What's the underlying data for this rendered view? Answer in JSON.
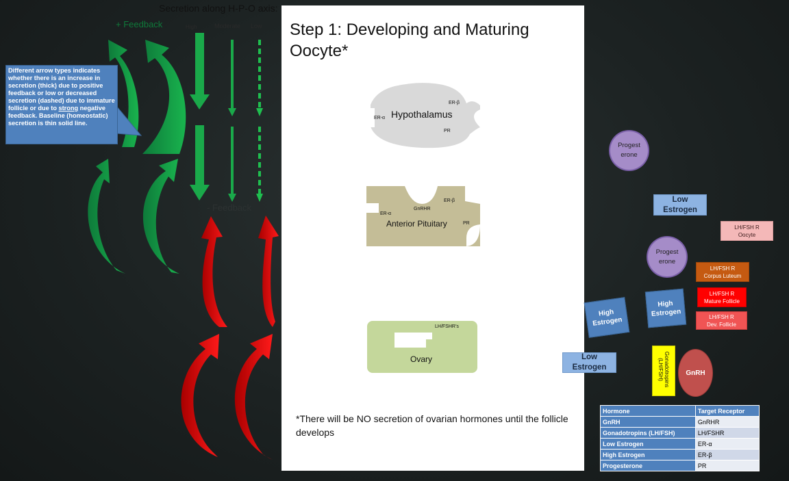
{
  "secretion_title": "Secretion along H-P-O axis:",
  "positive_feedback": "+ Feedback",
  "negative_feedback": "- Feedback",
  "levels": {
    "high": "High",
    "moderate": "Moderate",
    "low": "Low"
  },
  "callout": {
    "part1": "Different arrow types indicates whether there is an increase in secretion (thick) due to positive feedback or low or decreased secretion (dashed) due to immature follicle or due to ",
    "emph": "strong",
    "part2": " negative feedback. Baseline (homeostatic) secretion is thin solid line."
  },
  "step_title": "Step 1: Developing and Maturing Oocyte*",
  "pieces": {
    "hypothalamus": {
      "name": "Hypothalamus",
      "r1": "ER-β",
      "r2": "ER-α",
      "r3": "PR"
    },
    "pituitary": {
      "name": "Anterior Pituitary",
      "r1": "ER-β",
      "r2": "GnRHR",
      "r3": "ER-α",
      "r4": "PR"
    },
    "ovary": {
      "name": "Ovary",
      "r1": "LH/FSHR’s"
    }
  },
  "footnote": "*There will be NO secretion of ovarian hormones until the follicle develops",
  "tokens": {
    "progesterone_1": "Progest\nerone",
    "progesterone_2": "Progest\nerone",
    "low_estrogen_1": "Low\nEstrogen",
    "low_estrogen_2": "Low\nEstrogen",
    "high_estrogen_1": "High\nEstrogen",
    "high_estrogen_2": "High\nEstrogen",
    "gonadotropins": "Gonadotropins (LH/FSH)",
    "gnrh": "GnRH"
  },
  "receptors": {
    "oocyte": {
      "l1": "LH/FSH R",
      "l2": "Oocyte"
    },
    "corpus": {
      "l1": "LH/FSH R",
      "l2": "Corpus Luteum"
    },
    "mature": {
      "l1": "LH/FSH R",
      "l2": "Mature Follicle"
    },
    "dev": {
      "l1": "LH/FSH R",
      "l2": "Dev. Follicle"
    }
  },
  "table": {
    "headers": [
      "Hormone",
      "Target Receptor"
    ],
    "rows": [
      [
        "GnRH",
        "GnRHR"
      ],
      [
        "Gonadotropins (LH/FSH)",
        "LH/FSHR"
      ],
      [
        "Low Estrogen",
        "ER-α"
      ],
      [
        "High Estrogen",
        "ER-β"
      ],
      [
        "Progesterone",
        "PR"
      ]
    ]
  },
  "colors": {
    "green": "#00a651",
    "red": "#ff0000",
    "green_dashed": "#1fbf4f"
  }
}
